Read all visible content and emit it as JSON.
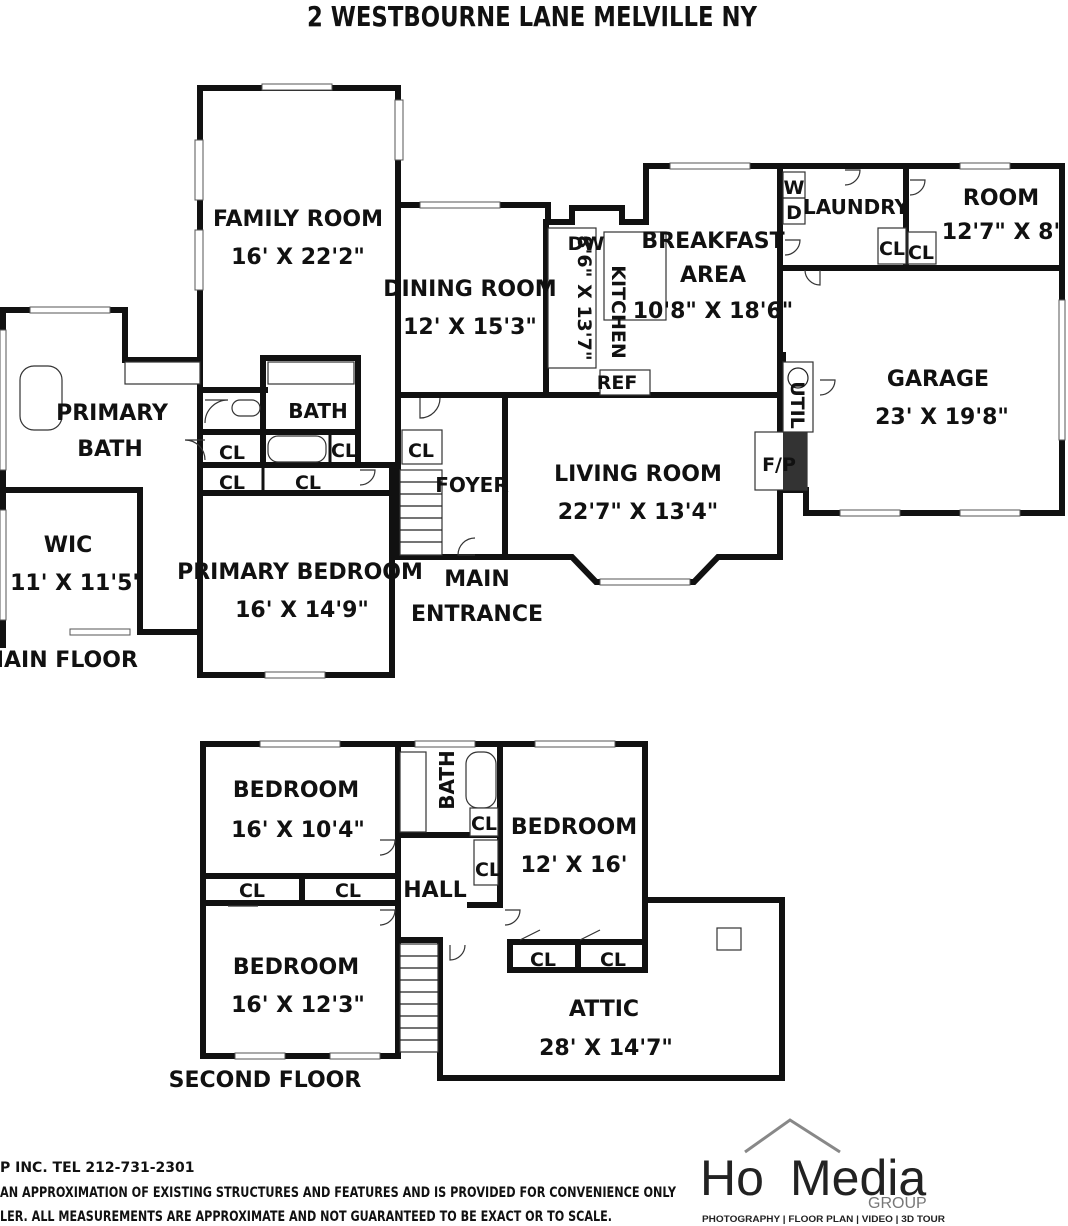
{
  "title": "2 WESTBOURNE LANE MELVILLE NY",
  "floors": {
    "main": "MAIN FLOOR",
    "second": "SECOND FLOOR"
  },
  "rooms": {
    "family_room": {
      "name": "FAMILY ROOM",
      "size": "16' X 22'2\""
    },
    "dining_room": {
      "name": "DINING ROOM",
      "size": "12' X 15'3\""
    },
    "kitchen": {
      "name": "KITCHEN",
      "size": "8'6\" X 13'7\""
    },
    "breakfast": {
      "name1": "BREAKFAST",
      "name2": "AREA",
      "size": "10'8\" X 18'6\""
    },
    "laundry": {
      "name": "LAUNDRY"
    },
    "room": {
      "name": "ROOM",
      "size": "12'7\" X 8'"
    },
    "garage": {
      "name": "GARAGE",
      "size": "23' X 19'8\""
    },
    "primary_bath": {
      "name1": "PRIMARY",
      "name2": "BATH"
    },
    "bath_main": {
      "name": "BATH"
    },
    "wic": {
      "name": "WIC",
      "size": "11' X 11'5\""
    },
    "primary_bedroom": {
      "name": "PRIMARY BEDROOM",
      "size": "16' X 14'9\""
    },
    "foyer": {
      "name": "FOYER"
    },
    "living_room": {
      "name": "LIVING ROOM",
      "size": "22'7\" X 13'4\""
    },
    "main_entrance": {
      "name1": "MAIN",
      "name2": "ENTRANCE"
    },
    "bedroom1": {
      "name": "BEDROOM",
      "size": "16' X 10'4\""
    },
    "bedroom2": {
      "name": "BEDROOM",
      "size": "16' X 12'3\""
    },
    "bedroom3": {
      "name": "BEDROOM",
      "size": "12' X 16'"
    },
    "bath_upper": {
      "name": "BATH"
    },
    "hall": {
      "name": "HALL"
    },
    "attic": {
      "name": "ATTIC",
      "size": "28' X 14'7\""
    }
  },
  "abbrev": {
    "closet": "CL",
    "dishwasher": "DW",
    "refrigerator": "REF",
    "utility": "UTIL",
    "fireplace": "F/P",
    "washer": "W",
    "dryer": "D"
  },
  "footer": {
    "line1": "P INC.  TEL 212-731-2301",
    "line2": " AN APPROXIMATION OF EXISTING STRUCTURES AND FEATURES AND IS PROVIDED FOR CONVENIENCE ONLY",
    "line3": "LER. ALL MEASUREMENTS ARE APPROXIMATE AND NOT GUARANTEED TO BE EXACT OR TO SCALE."
  },
  "logo": {
    "ho": "Ho",
    "media": "Media",
    "group": "GROUP",
    "tagline": "PHOTOGRAPHY | FLOOR PLAN | VIDEO | 3D TOUR"
  }
}
